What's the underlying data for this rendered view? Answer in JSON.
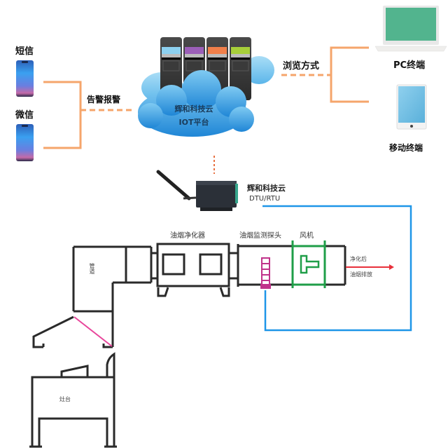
{
  "diagram": {
    "alert_channels": {
      "sms_label": "短信",
      "wechat_label": "微信",
      "link_label": "告警报警"
    },
    "cloud_platform": {
      "line1": "辉和科技云",
      "line2": "IOT平台",
      "server_colors": [
        "#8dd0ef",
        "#9b5fb8",
        "#f07f4a",
        "#a7cf3a"
      ]
    },
    "access": {
      "link_label": "浏览方式",
      "pc_label": "PC终端",
      "mobile_label": "移动终端"
    },
    "gateway": {
      "line1": "辉和科技云",
      "line2": "DTU/RTU"
    },
    "equipment": {
      "duct_label": "管道",
      "purifier_label": "油烟净化器",
      "probe_label": "油烟监测探头",
      "fan_label": "风机",
      "exhaust_label_line1": "净化后",
      "exhaust_label_line2": "油烟排放",
      "stove_label": "灶台"
    },
    "colors": {
      "link_orange": "#f5a56b",
      "signal_blue": "#1e96e8",
      "probe_magenta": "#c0328a",
      "fan_green": "#1f9e48",
      "exhaust_red": "#e8303a",
      "hood_pink": "#e8469b",
      "outline": "#2a2a2a"
    }
  }
}
